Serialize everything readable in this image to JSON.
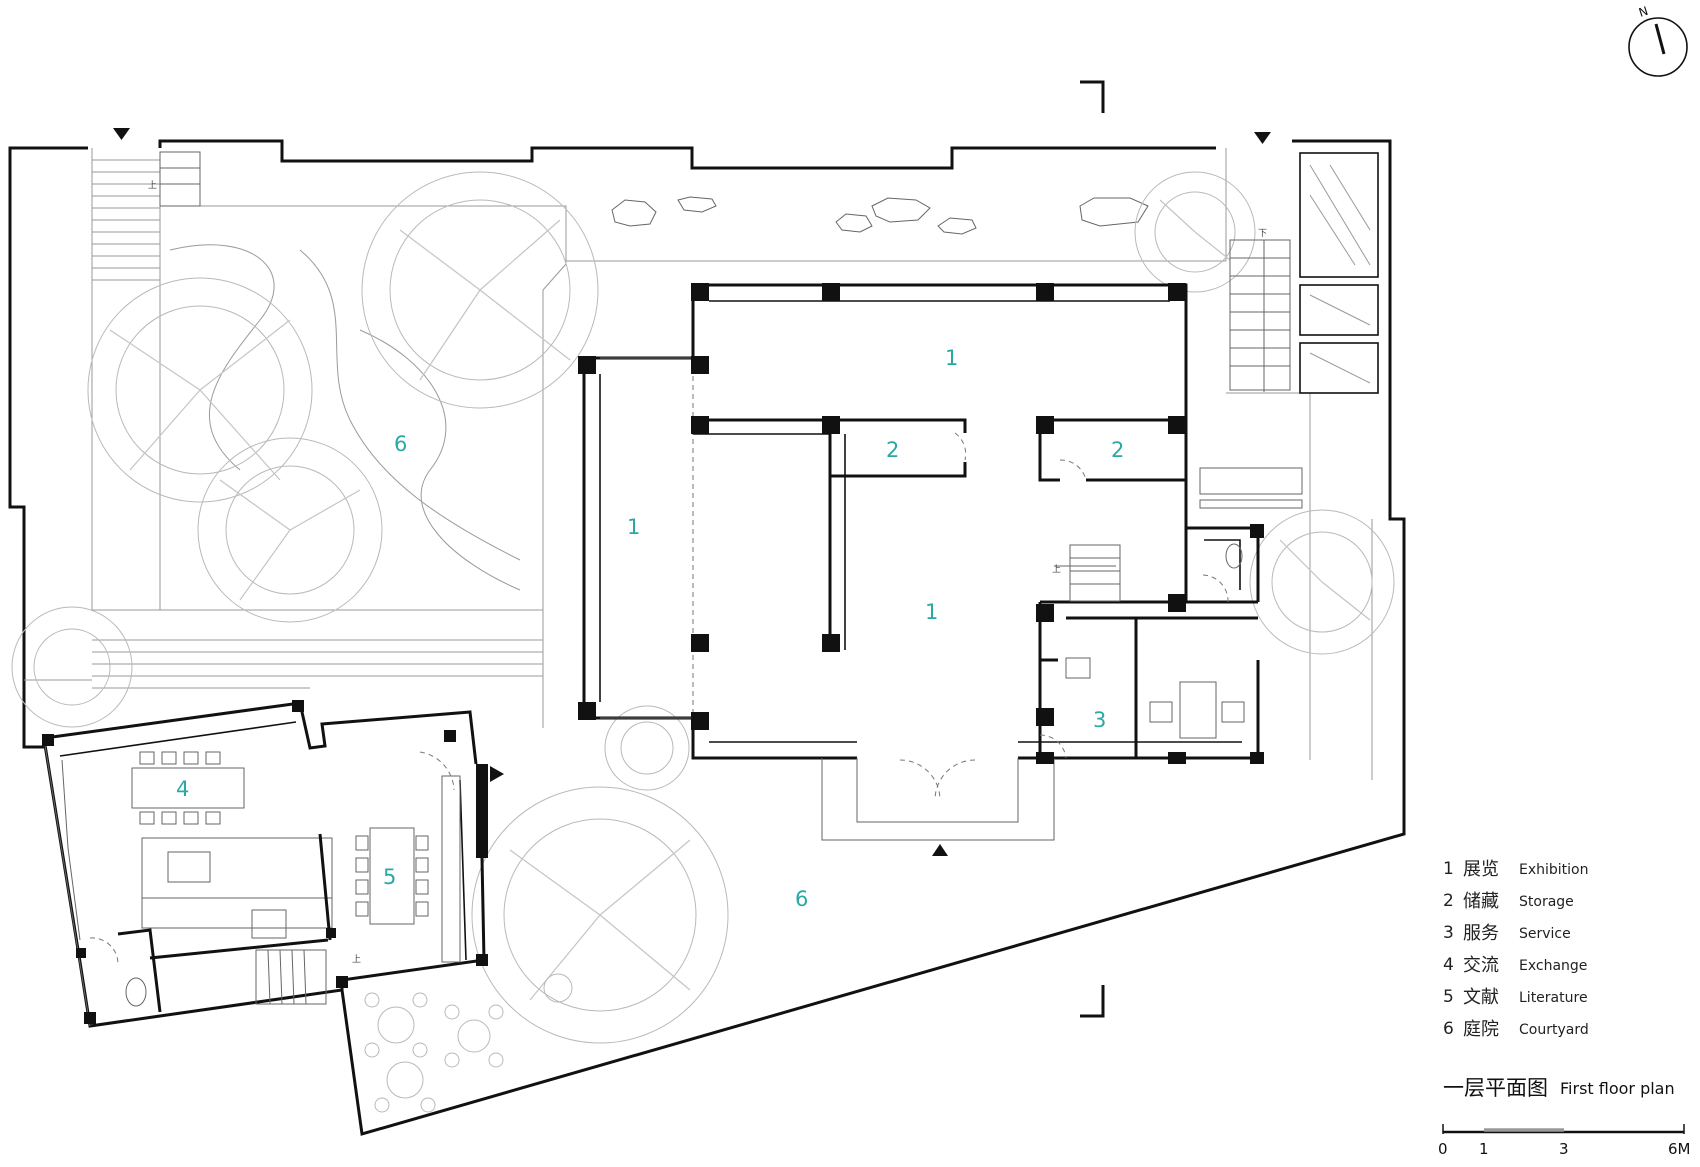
{
  "rooms": [
    {
      "num": "1"
    },
    {
      "num": "1"
    },
    {
      "num": "1"
    },
    {
      "num": "2"
    },
    {
      "num": "2"
    },
    {
      "num": "3"
    },
    {
      "num": "4"
    },
    {
      "num": "5"
    },
    {
      "num": "6"
    },
    {
      "num": "6"
    }
  ],
  "stair_marks": {
    "up": "上",
    "down": "下"
  },
  "legend": [
    {
      "num": "1",
      "cn": "展览",
      "en": "Exhibition"
    },
    {
      "num": "2",
      "cn": "储藏",
      "en": "Storage"
    },
    {
      "num": "3",
      "cn": "服务",
      "en": "Service"
    },
    {
      "num": "4",
      "cn": "交流",
      "en": "Exchange"
    },
    {
      "num": "5",
      "cn": "文献",
      "en": "Literature"
    },
    {
      "num": "6",
      "cn": "庭院",
      "en": "Courtyard"
    }
  ],
  "title": {
    "cn": "一层平面图",
    "en": "First floor plan"
  },
  "scale_bar": {
    "labels": [
      "0",
      "1",
      "3",
      "6M"
    ]
  },
  "north": {
    "label": "N"
  },
  "colors": {
    "room_number": "#2aa8a4",
    "wall": "#111111",
    "hatch": "#9a9a9a"
  }
}
